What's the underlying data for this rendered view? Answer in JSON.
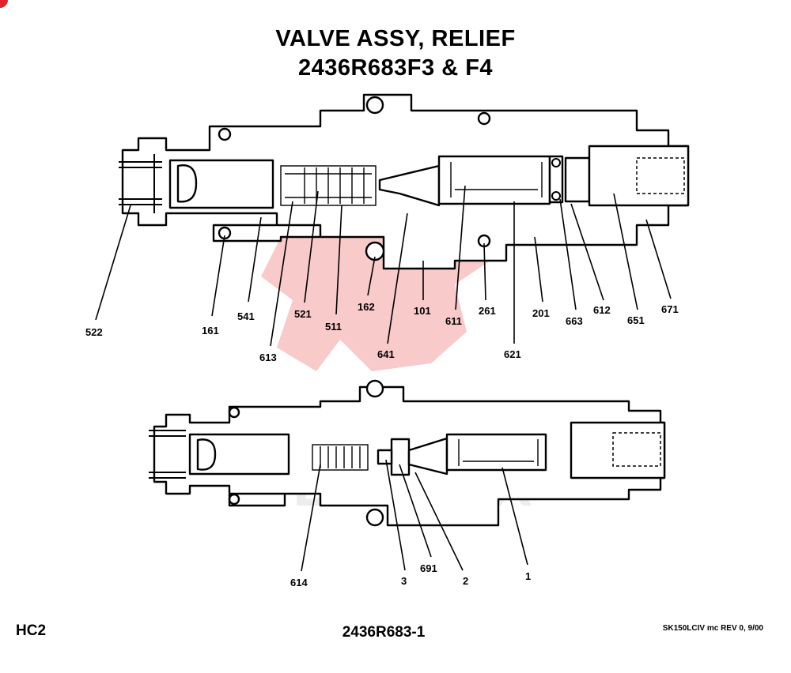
{
  "title": {
    "line1": "VALVE ASSY, RELIEF",
    "line2": "2436R683F3 & F4"
  },
  "footer": {
    "left": "HC2",
    "center": "2436R683-1",
    "right": "SK150LCIV mc REV 0, 9/00"
  },
  "watermark": {
    "text": "DIMEX",
    "color": "#f3b8b8"
  },
  "callouts_top": {
    "c522": "522",
    "c161": "161",
    "c541": "541",
    "c613": "613",
    "c521": "521",
    "c511": "511",
    "c162": "162",
    "c641": "641",
    "c101": "101",
    "c611": "611",
    "c261": "261",
    "c621": "621",
    "c201": "201",
    "c663": "663",
    "c612": "612",
    "c651": "651",
    "c671": "671"
  },
  "callouts_bottom": {
    "c614": "614",
    "c3": "3",
    "c691": "691",
    "c2": "2",
    "c1": "1"
  }
}
